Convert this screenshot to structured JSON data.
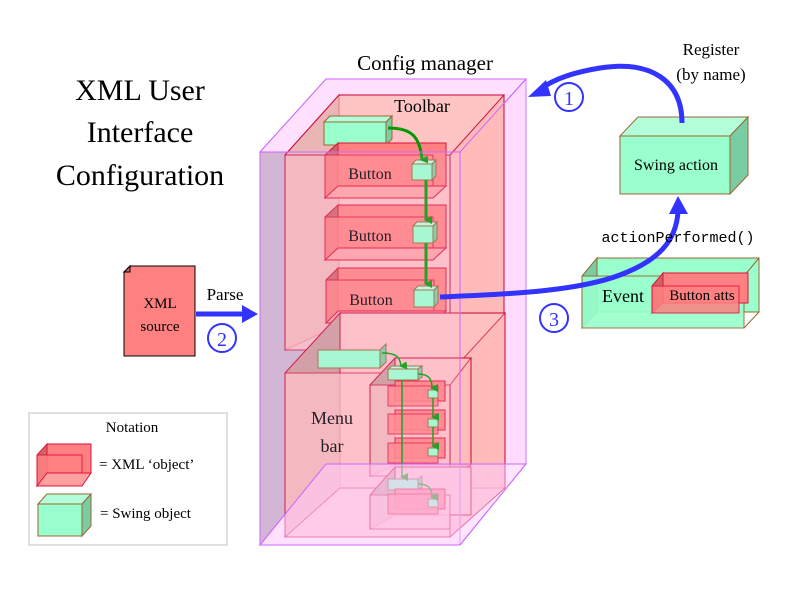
{
  "title": {
    "line1": "XML User",
    "line2": "Interface",
    "line3": "Configuration"
  },
  "config_manager": {
    "label": "Config manager"
  },
  "toolbar": {
    "label": "Toolbar",
    "buttons": [
      "Button",
      "Button",
      "Button"
    ]
  },
  "menubar": {
    "label_line1": "Menu",
    "label_line2": "bar"
  },
  "xml_source": {
    "line1": "XML",
    "line2": "source"
  },
  "parse": {
    "label": "Parse",
    "step": "2"
  },
  "register": {
    "line1": "Register",
    "line2": "(by name)",
    "step": "1"
  },
  "swing_action": {
    "label": "Swing action"
  },
  "action_performed": {
    "label": "actionPerformed()",
    "step": "3"
  },
  "event": {
    "label": "Event",
    "inner_label": "Button atts"
  },
  "notation": {
    "title": "Notation",
    "xml_object": "= XML ‘object’",
    "swing_object": "= Swing object"
  },
  "colors": {
    "xml_fill": "#ff8080",
    "xml_stroke": "#e0103a",
    "swing_fill": "#99ffcc",
    "swing_stroke": "#996633",
    "manager_fill": "#ffccff",
    "manager_stroke": "#cc66ff",
    "blue_arrow": "#3333ff",
    "green_arrow": "#009900"
  }
}
